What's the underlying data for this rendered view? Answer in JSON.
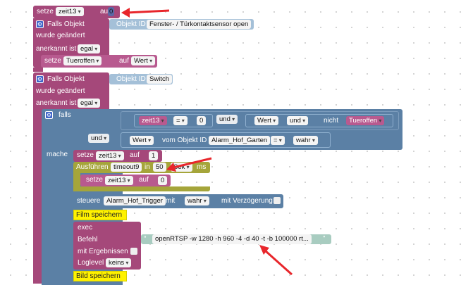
{
  "row1": {
    "setze": "setze",
    "var": "zeit13",
    "auf": "auf",
    "val": "0"
  },
  "trigger1": {
    "label": "Falls Objekt",
    "objid_label": "Objekt ID",
    "objid": "Fenster- / Türkontaktsensor open",
    "changed": "wurde geändert",
    "ack_label": "anerkannt ist",
    "ack": "egal"
  },
  "set_tueroffen": {
    "setze": "setze",
    "var": "Tueroffen",
    "auf": "auf",
    "val": "Wert"
  },
  "trigger2": {
    "label": "Falls Objekt",
    "objid_label": "Objekt ID",
    "objid": "Switch",
    "changed": "wurde geändert",
    "ack_label": "anerkannt ist",
    "ack": "egal"
  },
  "if_block": {
    "falls": "falls",
    "mache": "mache",
    "cond1": {
      "var": "zeit13",
      "op": "=",
      "val": "0",
      "and1": "und",
      "wert": "Wert",
      "and2": "und",
      "nicht": "nicht",
      "var2": "Tueroffen"
    },
    "and3": "und",
    "cond2": {
      "wert": "Wert",
      "vom": "vom Objekt ID",
      "obj": "Alarm_Hof_Garten",
      "op": "=",
      "val": "wahr"
    }
  },
  "set_zeit_1": {
    "setze": "setze",
    "var": "zeit13",
    "auf": "auf",
    "val": "1"
  },
  "timeout": {
    "label": "Ausführen",
    "name": "timeout9",
    "in": "in",
    "val": "50",
    "unit": "Sek",
    "ms": "ms"
  },
  "set_zeit_0": {
    "setze": "setze",
    "var": "zeit13",
    "auf": "auf",
    "val": "0"
  },
  "steuere": {
    "label": "steuere",
    "obj": "Alarm_Hof_Trigger",
    "mit": "mit",
    "val": "wahr",
    "delay": "mit Verzögerung"
  },
  "film": "Film speichern",
  "exec": {
    "label": "exec",
    "befehl": "Befehl",
    "cmd": "openRTSP -w 1280 -h 960 -4 -d 40 -t -b 100000 rt...",
    "results": "mit Ergebnissen",
    "loglevel_label": "Loglevel",
    "loglevel": "keins"
  },
  "bild": "Bild speichern",
  "colors": {
    "pink": "#a5487a",
    "purple": "#b85a8f",
    "blue": "#5b80a5",
    "olive": "#a5a53a",
    "yellow": "#fff200",
    "arrow": "#e8262b"
  }
}
